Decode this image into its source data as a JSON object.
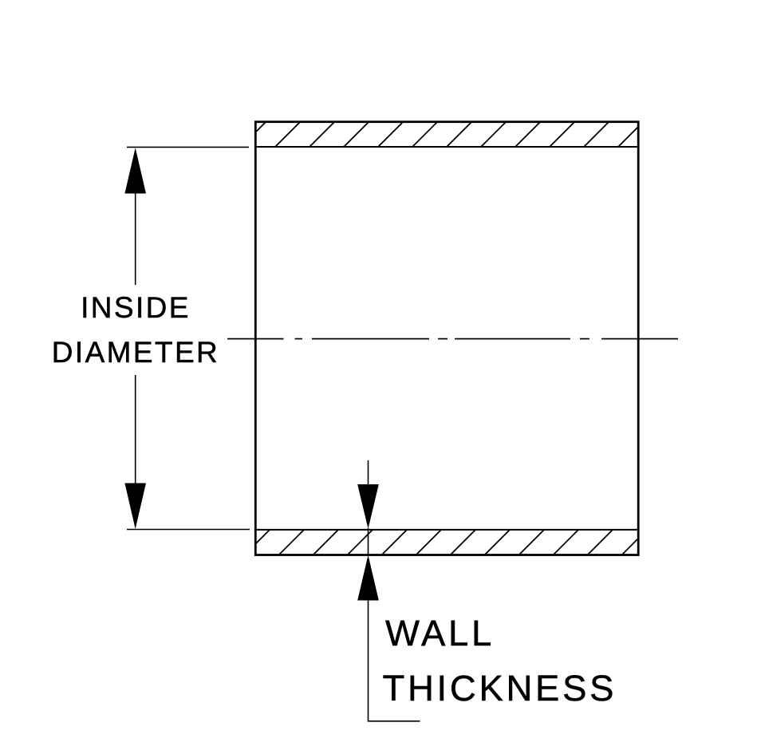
{
  "drawing": {
    "type": "engineering-cross-section",
    "background_color": "#ffffff",
    "line_color": "#000000",
    "labels": {
      "inside_diameter": {
        "line1": "INSIDE",
        "line2": "DIAMETER"
      },
      "wall_thickness": {
        "line1": "WALL",
        "line2": "THICKNESS"
      }
    }
  }
}
